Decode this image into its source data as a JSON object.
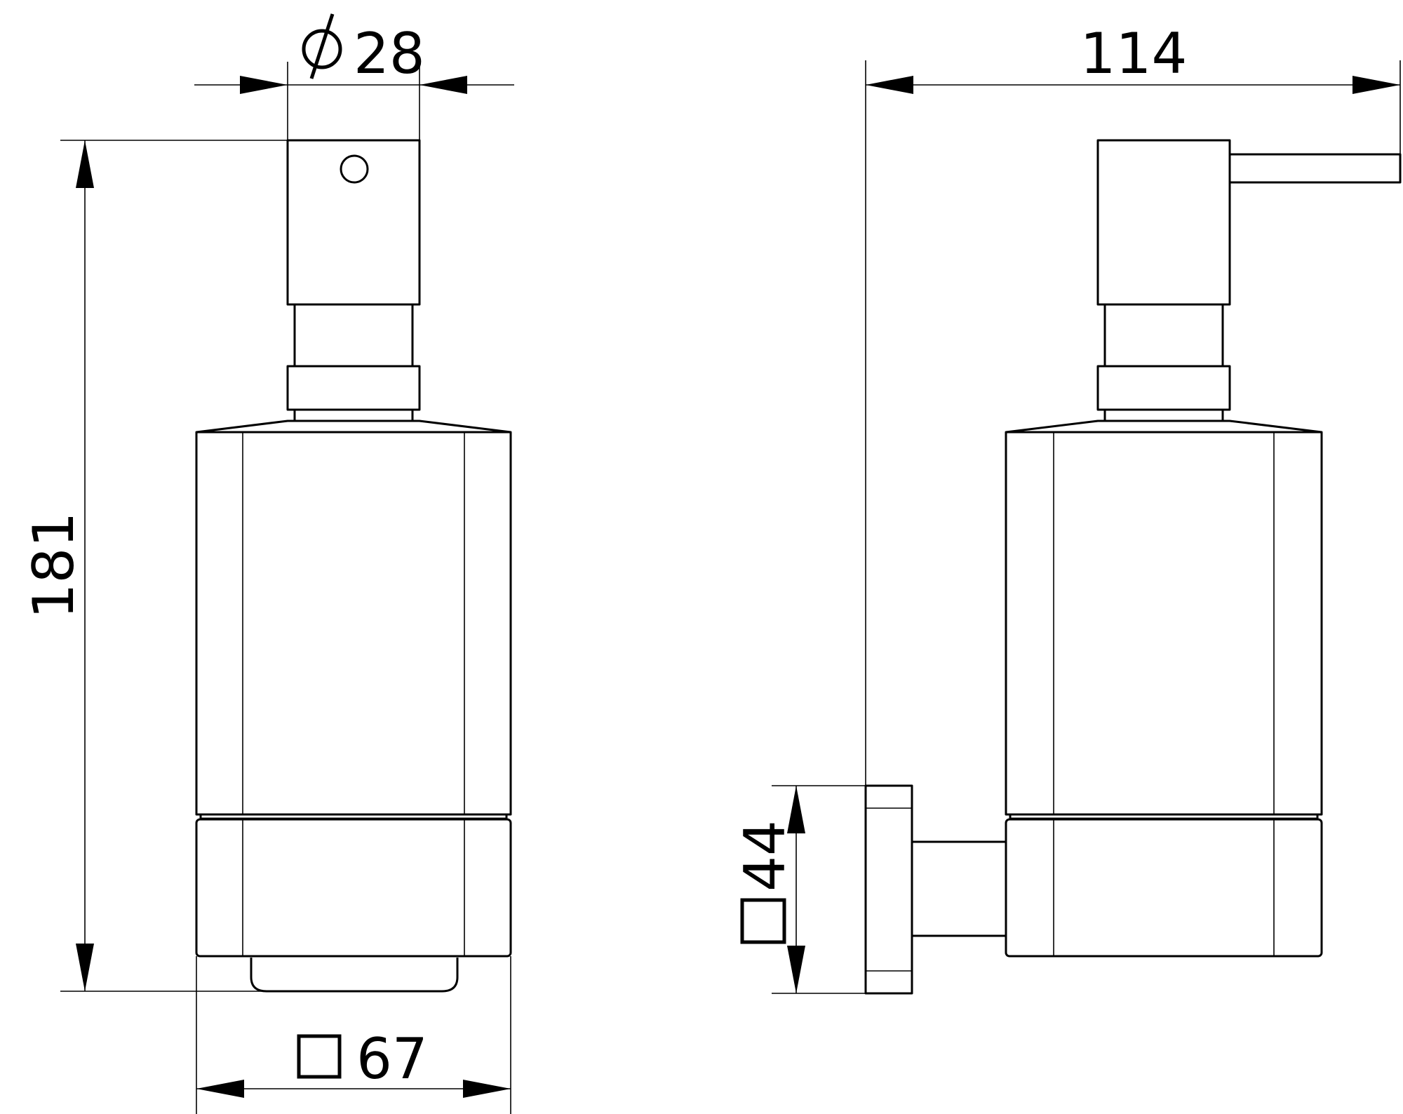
{
  "colors": {
    "line": "#000000",
    "background": "#ffffff"
  },
  "dimensions": {
    "diameter": {
      "symbol": "diameter-symbol",
      "value": "28"
    },
    "height": {
      "value": "181"
    },
    "base_width": {
      "symbol": "square-symbol",
      "value": "67"
    },
    "depth": {
      "value": "114"
    },
    "wall_plate": {
      "symbol": "square-symbol",
      "value": "44"
    }
  }
}
